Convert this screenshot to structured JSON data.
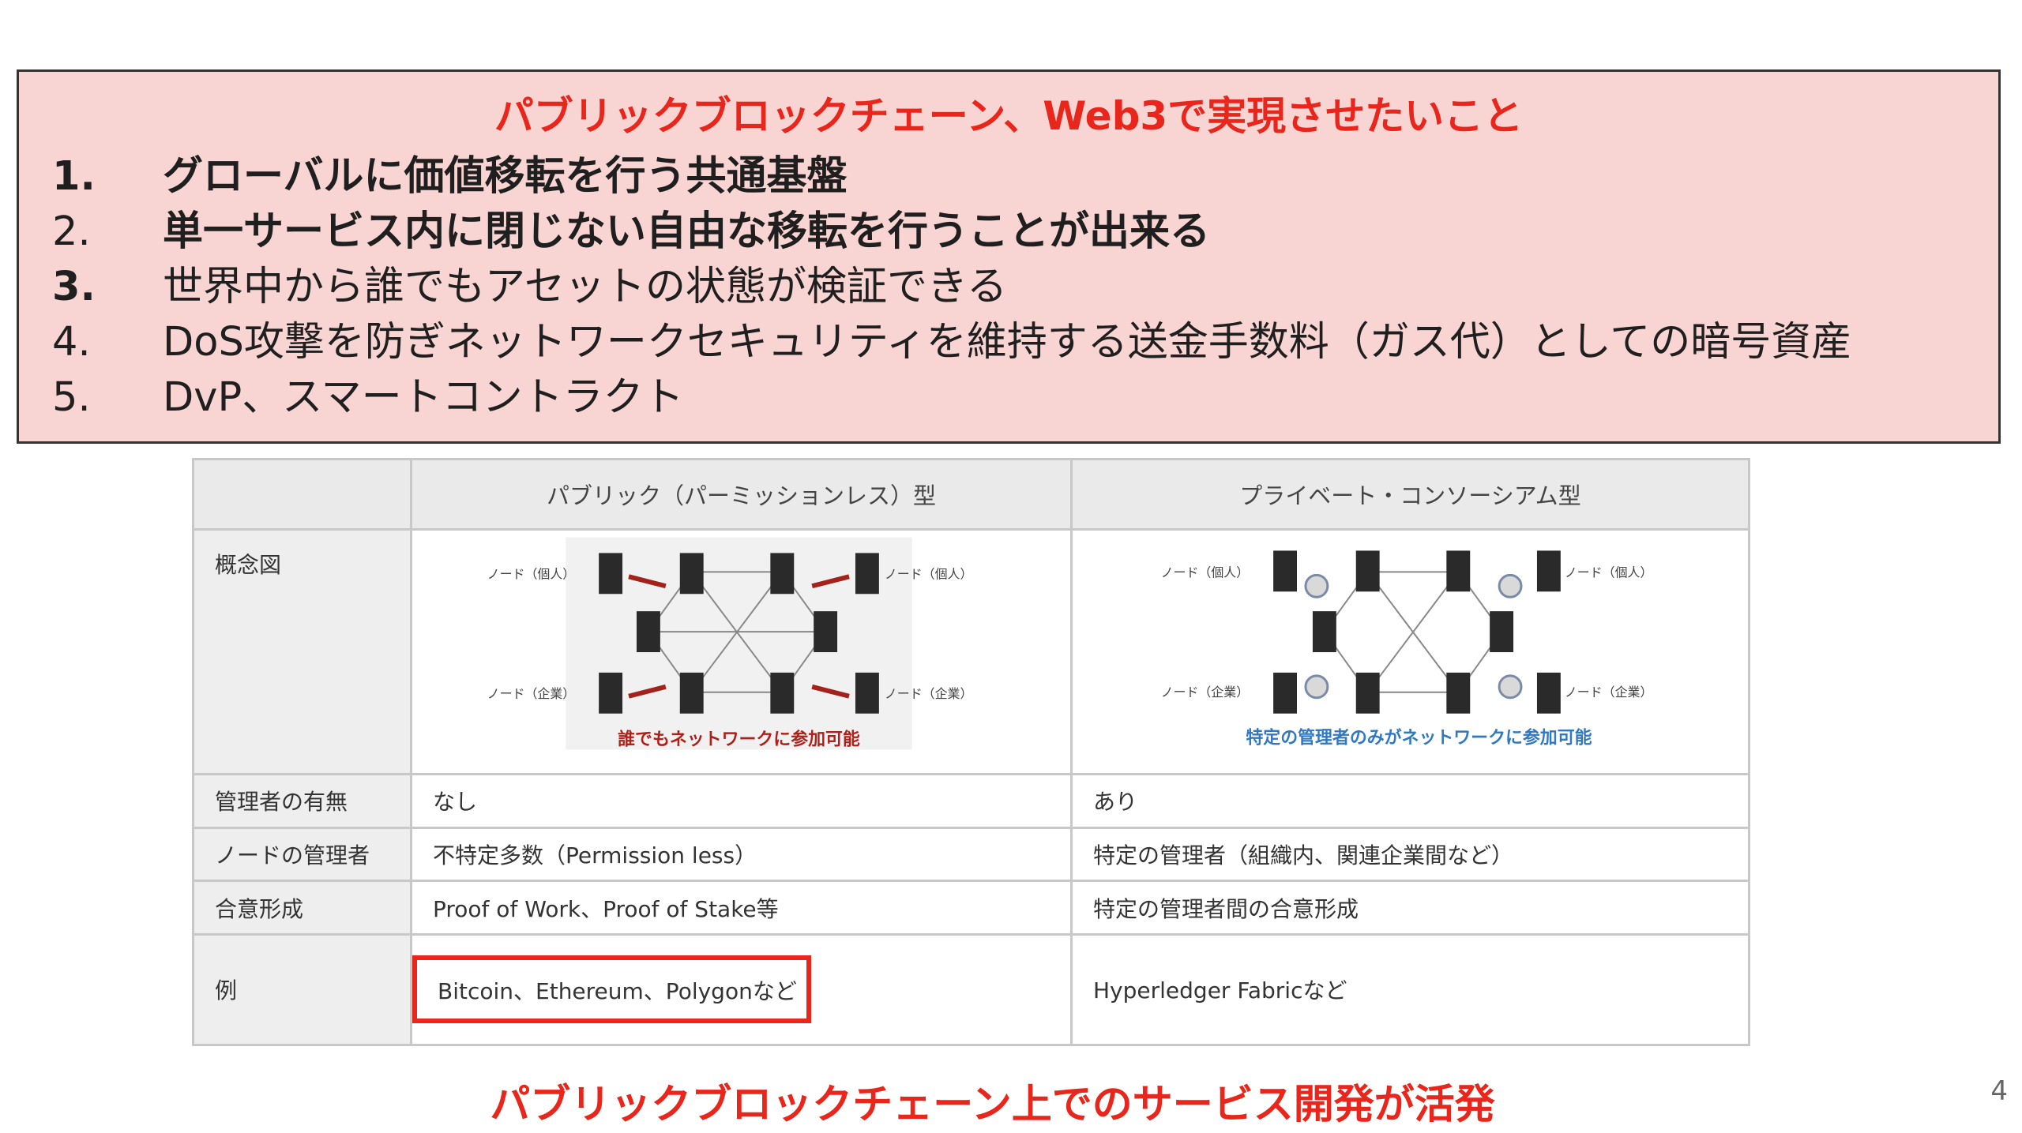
{
  "box": {
    "title": "パブリックブロックチェーン、Web3で実現させたいこと",
    "items": [
      {
        "num": "1.",
        "text": "グローバルに価値移転を行う共通基盤",
        "bold": true
      },
      {
        "num": "2.",
        "text": "単一サービス内に閉じない自由な移転を行うことが出来る",
        "bold": true
      },
      {
        "num": "3.",
        "text": "世界中から誰でもアセットの状態が検証できる",
        "bold": false
      },
      {
        "num": "4.",
        "text": "DoS攻撃を防ぎネットワークセキュリティを維持する送金手数料（ガス代）としての暗号資産",
        "bold": false
      },
      {
        "num": "5.",
        "text": "DvP、スマートコントラクト",
        "bold": false
      }
    ]
  },
  "table": {
    "headers": [
      "",
      "パブリック（パーミッションレス）型",
      "プライベート・コンソーシアム型"
    ],
    "rows": [
      {
        "label": "概念図"
      },
      {
        "label": "管理者の有無",
        "public": "なし",
        "private": "あり"
      },
      {
        "label": "ノードの管理者",
        "public": "不特定多数（Permission less）",
        "private": "特定の管理者（組織内、関連企業間など）"
      },
      {
        "label": "合意形成",
        "public": "Proof of Work、Proof of Stake等",
        "private": "特定の管理者間の合意形成"
      },
      {
        "label": "例",
        "public": "Bitcoin、Ethereum、Polygonなど",
        "private": "Hyperledger Fabricなど"
      }
    ],
    "public_diagram": {
      "node_personal": "ノード（個人）",
      "node_company": "ノード（企業）",
      "caption": "誰でもネットワークに参加可能",
      "caption_color": "#b0201a"
    },
    "private_diagram": {
      "node_personal": "ノード（個人）",
      "node_company": "ノード（企業）",
      "caption": "特定の管理者のみがネットワークに参加可能",
      "caption_color": "#2f78c4"
    }
  },
  "bottom_text": "パブリックブロックチェーン上でのサービス開発が活発",
  "page_number": "4"
}
